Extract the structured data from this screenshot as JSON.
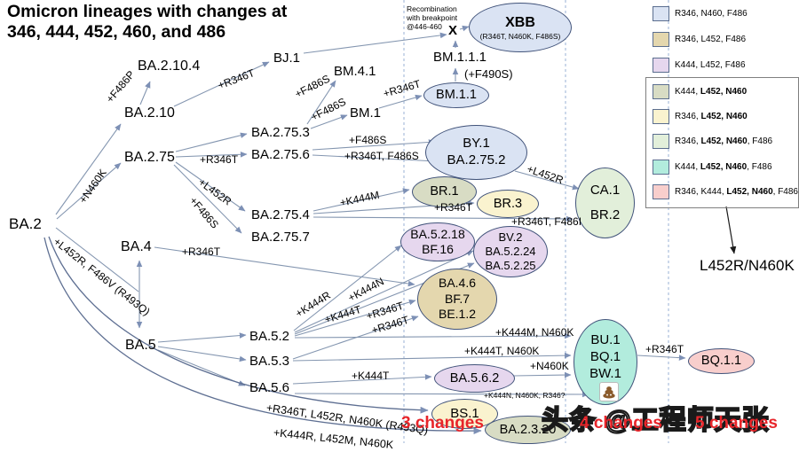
{
  "title": {
    "line1": "Omicron lineages with changes at",
    "line2": "346, 444, 452, 460, and 486"
  },
  "palette": {
    "blue": "#dae3f3",
    "tan": "#e4d7ae",
    "lavender": "#e6d7ee",
    "olive": "#d8dcc4",
    "yellow": "#faf3cf",
    "green": "#e2efda",
    "teal": "#b2ecdd",
    "pink": "#f8cecc",
    "red_label": "#e8252a",
    "edge": "#8496b0",
    "dash": "#aabfdc"
  },
  "annotations": {
    "recomb_l1": "Recombination",
    "recomb_l2": "with breakpoint",
    "recomb_l3": "@446-460",
    "x_symbol": "X",
    "legend_arrow_label": "L452R/N460K"
  },
  "zones": {
    "z3": "3 changes",
    "z4": "4 changes",
    "z5": "5 changes"
  },
  "watermark": "头条 @工程师天张",
  "nodes": {
    "ba2": "BA.2",
    "ba2_10": "BA.2.10",
    "ba2_10_4": "BA.2.10.4",
    "ba2_75": "BA.2.75",
    "bj1": "BJ.1",
    "bm4_1": "BM.4.1",
    "bm1": "BM.1",
    "bm1_1_1": "BM.1.1.1",
    "ba2_75_3": "BA.2.75.3",
    "ba2_75_6": "BA.2.75.6",
    "ba2_75_4": "BA.2.75.4",
    "ba2_75_7": "BA.2.75.7",
    "ba4": "BA.4",
    "ba5": "BA.5",
    "ba5_2": "BA.5.2",
    "ba5_3": "BA.5.3",
    "ba5_6": "BA.5.6"
  },
  "ellipses": {
    "xbb": {
      "l1": "XBB",
      "l2": "(R346T, N460K, F486S)"
    },
    "bm1_1": "BM.1.1",
    "by1": {
      "l1": "BY.1",
      "l2": "BA.2.75.2"
    },
    "br1": "BR.1",
    "br3": "BR.3",
    "ca1": {
      "l1": "CA.1",
      "l2": "BR.2"
    },
    "ba5_2_18": {
      "l1": "BA.5.2.18",
      "l2": "BF.16"
    },
    "bv2": {
      "l1": "BV.2",
      "l2": "BA.5.2.24",
      "l3": "BA.5.2.25"
    },
    "ba4_6": {
      "l1": "BA.4.6",
      "l2": "BF.7",
      "l3": "BE.1.2"
    },
    "bu1": {
      "l1": "BU.1",
      "l2": "BQ.1",
      "l3": "BW.1"
    },
    "ba5_6_2": "BA.5.6.2",
    "bs1": "BS.1",
    "ba2_3_20": "BA.2.3.20",
    "bq1_1": "BQ.1.1"
  },
  "edge_labels": {
    "f486p": "+F486P",
    "r346t_bj1": "+R346T",
    "n460k_ba275": "+N460K",
    "f486s_bm41": "+F486S",
    "f486s_bm1": "+F486S",
    "r346t_bm11": "+R346T",
    "f490s": "(+F490S)",
    "r346t_ba2756": "+R346T",
    "f486s_by1": "+F486S",
    "r346t_f486s": "+R346T, F486S",
    "l452r_ba2754": "+L452R",
    "f486s_ba2757": "+F486S",
    "l452r_ca1": "+L452R",
    "k444m_br1": "+K444M",
    "r346t_br3": "+R346T",
    "r346t_f486i": "+R346T, F486I",
    "r346t_ba46": "+R346T",
    "l452r_f486v": "+L452R, F486V (R493Q)",
    "k444r": "+K444R",
    "k444n": "+K444N",
    "k444t_bv2": "+K444T",
    "r346t_bf7": "+R346T",
    "r346t_be12": "+R346T",
    "k444m_n460k": "+K444M, N460K",
    "k444t_n460k": "+K444T, N460K",
    "n460k_bw1": "+N460K",
    "k444t_ba562": "+K444T",
    "k444n_n460k_r346": "+K444N, N460K, R346?",
    "bs1_path": "+R346T, L452R, N460K (R493Q)",
    "ba2320_path": "+K444R, L452M, N460K",
    "r346t_bq11": "+R346T"
  },
  "legend": {
    "items": [
      {
        "pre": "R346, N460, F486",
        "bold": "",
        "post": ""
      },
      {
        "pre": "R346, L452, F486",
        "bold": "",
        "post": ""
      },
      {
        "pre": "K444, L452, F486",
        "bold": "",
        "post": ""
      },
      {
        "pre": "K444, ",
        "bold": "L452, N460",
        "post": ""
      },
      {
        "pre": "R346, ",
        "bold": "L452, N460",
        "post": ""
      },
      {
        "pre": "R346, ",
        "bold": "L452, N460",
        "post": ", F486"
      },
      {
        "pre": "K444, ",
        "bold": "L452, N460",
        "post": ", F486"
      },
      {
        "pre": "R346, K444, ",
        "bold": "L452, N460",
        "post": ", F486"
      }
    ]
  }
}
